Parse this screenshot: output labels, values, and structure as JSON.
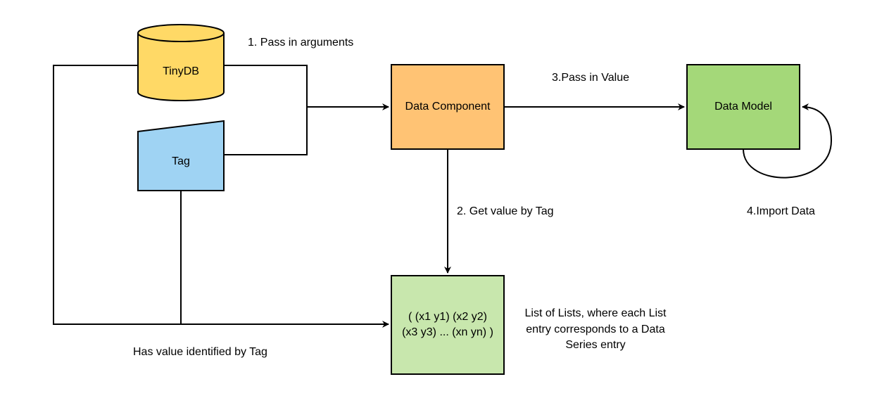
{
  "colors": {
    "tinydb": "#ffd966",
    "tag": "#9fd3f3",
    "component": "#ffc374",
    "model": "#a4d879",
    "list": "#c8e7ad",
    "stroke": "#000000"
  },
  "nodes": {
    "tinydb": "TinyDB",
    "tag": "Tag",
    "data_component": "Data Component",
    "data_model": "Data Model",
    "list_line1": "( (x1 y1) (x2 y2)",
    "list_line2": "(x3 y3) ... (xn yn) )"
  },
  "labels": {
    "pass_in_arguments": "1. Pass in arguments",
    "get_value_by_tag": "2. Get value by Tag",
    "pass_in_value": "3.Pass in Value",
    "import_data": "4.Import Data",
    "has_value": "Has value identified by Tag",
    "list_desc_line1": "List of Lists, where each List",
    "list_desc_line2": "entry corresponds to a Data",
    "list_desc_line3": "Series entry"
  }
}
